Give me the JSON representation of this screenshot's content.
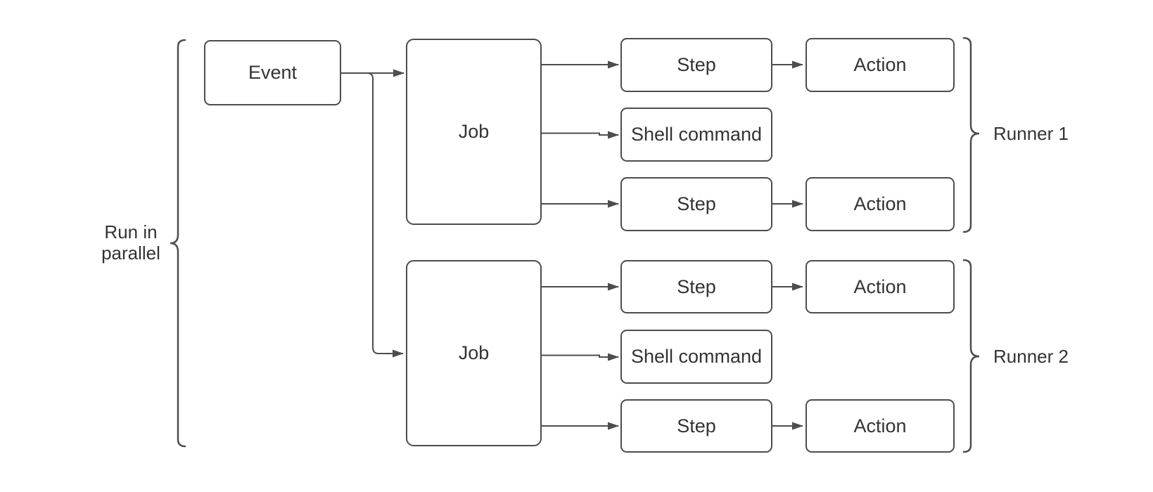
{
  "diagram": {
    "title": "Workflow diagram: event triggering parallel jobs with steps, shell commands and actions on runners",
    "type": "flowchart"
  },
  "colors": {
    "background": "#ffffff",
    "node_fill": "#ffffff",
    "stroke": "#4d4d4d",
    "text": "#333333"
  },
  "nodes": {
    "event": {
      "label": "Event"
    },
    "job1": {
      "label": "Job"
    },
    "job2": {
      "label": "Job"
    },
    "step1": {
      "label": "Step"
    },
    "shell1": {
      "label": "Shell command"
    },
    "step2": {
      "label": "Step"
    },
    "step3": {
      "label": "Step"
    },
    "shell2": {
      "label": "Shell command"
    },
    "step4": {
      "label": "Step"
    },
    "action1": {
      "label": "Action"
    },
    "action2": {
      "label": "Action"
    },
    "action3": {
      "label": "Action"
    },
    "action4": {
      "label": "Action"
    }
  },
  "edges": [
    {
      "from": "event",
      "to": "job1"
    },
    {
      "from": "event",
      "to": "job2"
    },
    {
      "from": "job1",
      "to": "step1"
    },
    {
      "from": "job1",
      "to": "shell1"
    },
    {
      "from": "job1",
      "to": "step2"
    },
    {
      "from": "step1",
      "to": "action1"
    },
    {
      "from": "step2",
      "to": "action2"
    },
    {
      "from": "job2",
      "to": "step3"
    },
    {
      "from": "job2",
      "to": "shell2"
    },
    {
      "from": "job2",
      "to": "step4"
    },
    {
      "from": "step3",
      "to": "action3"
    },
    {
      "from": "step4",
      "to": "action4"
    }
  ],
  "annotations": {
    "run_in_parallel_line1": "Run in",
    "run_in_parallel_line2": "parallel",
    "runner1": "Runner 1",
    "runner2": "Runner 2"
  }
}
